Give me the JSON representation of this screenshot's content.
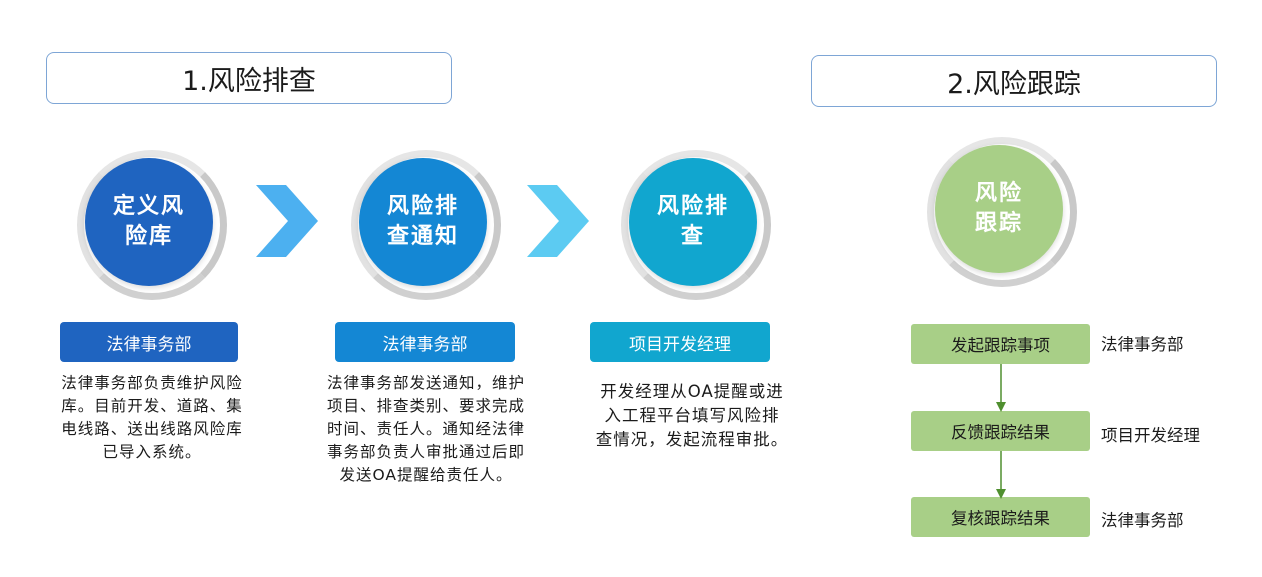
{
  "sections": [
    {
      "title": "1.风险排查"
    },
    {
      "title": "2.风险跟踪"
    }
  ],
  "stages": [
    {
      "circle_lines": [
        "定义风",
        "险库"
      ],
      "color": "#1f64c0",
      "role": "法律事务部",
      "desc_lines": [
        "法律事务部负责维护风险",
        "库。目前开发、道路、集",
        "电线路、送出线路风险库",
        "已导入系统。"
      ]
    },
    {
      "circle_lines": [
        "风险排",
        "查通知"
      ],
      "color": "#1487d4",
      "role": "法律事务部",
      "desc_lines": [
        "法律事务部发送通知，维护",
        "项目、排查类别、要求完成",
        "时间、责任人。通知经法律",
        "事务部负责人审批通过后即",
        "发送OA提醒给责任人。"
      ]
    },
    {
      "circle_lines": [
        "风险排",
        "查"
      ],
      "color": "#11a6cf",
      "role": "项目开发经理",
      "desc_lines": [
        "开发经理从OA提醒或进",
        "入工程平台填写风险排",
        "查情况，发起流程审批。"
      ]
    }
  ],
  "arrow_colors": [
    "#4cb0f0",
    "#5ccbf2"
  ],
  "tracking": {
    "circle_lines": [
      "风险",
      "跟踪"
    ],
    "color": "#a8cf87",
    "connector_color": "#4f8f2f",
    "steps": [
      {
        "label": "发起跟踪事项",
        "role": "法律事务部"
      },
      {
        "label": "反馈跟踪结果",
        "role": "项目开发经理"
      },
      {
        "label": "复核跟踪结果",
        "role": "法律事务部"
      }
    ]
  }
}
